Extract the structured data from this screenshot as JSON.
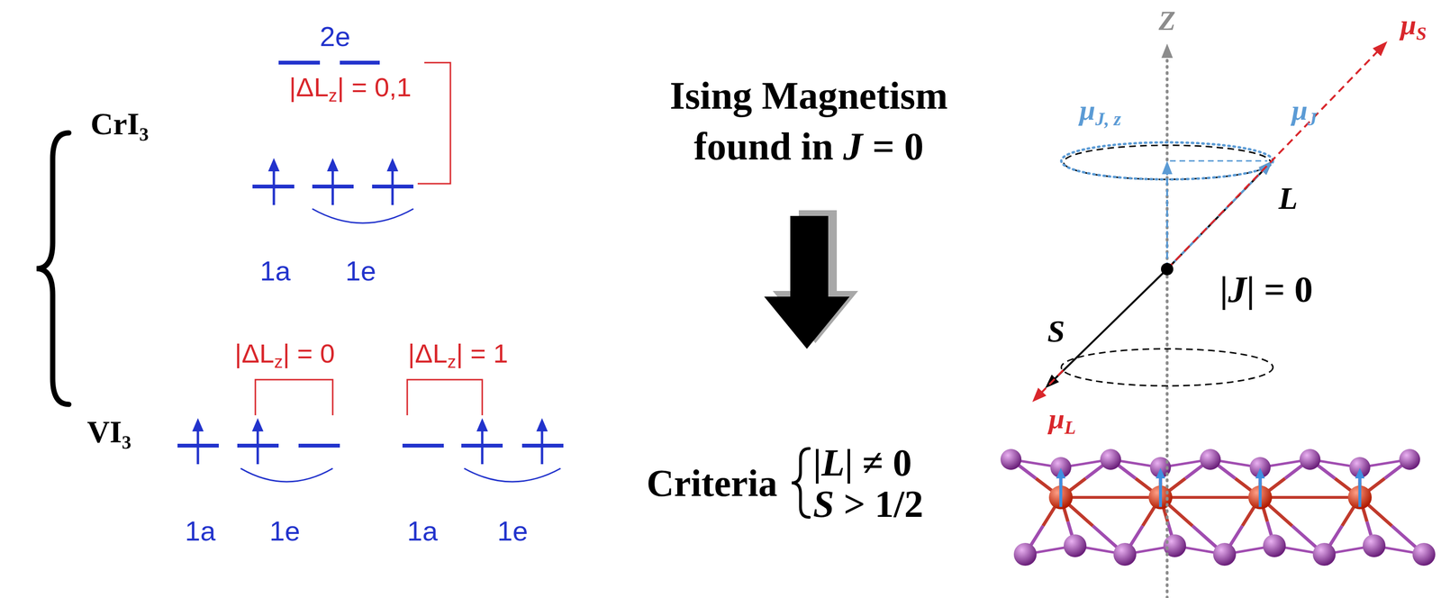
{
  "diagram": {
    "labels": [
      "CrI₃",
      "2e",
      "|ΔLz| = 0,1",
      "1a",
      "1e",
      "VI₃",
      "|ΔLz| = 0",
      "|ΔLz| = 1",
      "1a",
      "1e",
      "1a",
      "1e",
      "Ising Magnetism found in J = 0",
      "Criteria",
      "|L| ≠ 0",
      "S > 1/2",
      "Z",
      "μS",
      "μJ, z",
      "μJ",
      "L",
      "|J| = 0",
      "S",
      "μL"
    ]
  }
}
